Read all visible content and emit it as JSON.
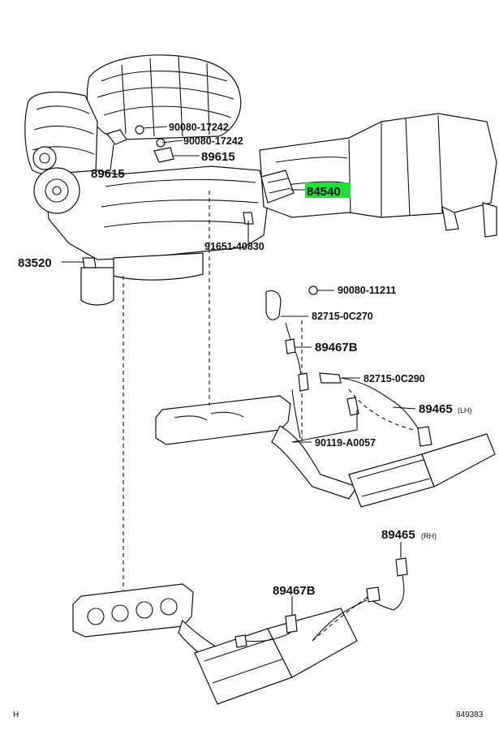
{
  "highlight_color": "#22e03a",
  "labels": {
    "p1": "90080-17242",
    "p2": "90080-17242",
    "p3": "89615",
    "p4": "89615",
    "p5": "84540",
    "p6": "91651-40830",
    "p7": "83520",
    "p8": "90080-11211",
    "p9": "82715-0C270",
    "p10": "89467B",
    "p11": "82715-0C290",
    "p12": "89465",
    "p12_suffix": "(LH)",
    "p13": "90119-A0057",
    "p14": "89465",
    "p14_suffix": "(RH)",
    "p15": "89467B"
  },
  "footer": {
    "left": "H",
    "right": "849383"
  }
}
